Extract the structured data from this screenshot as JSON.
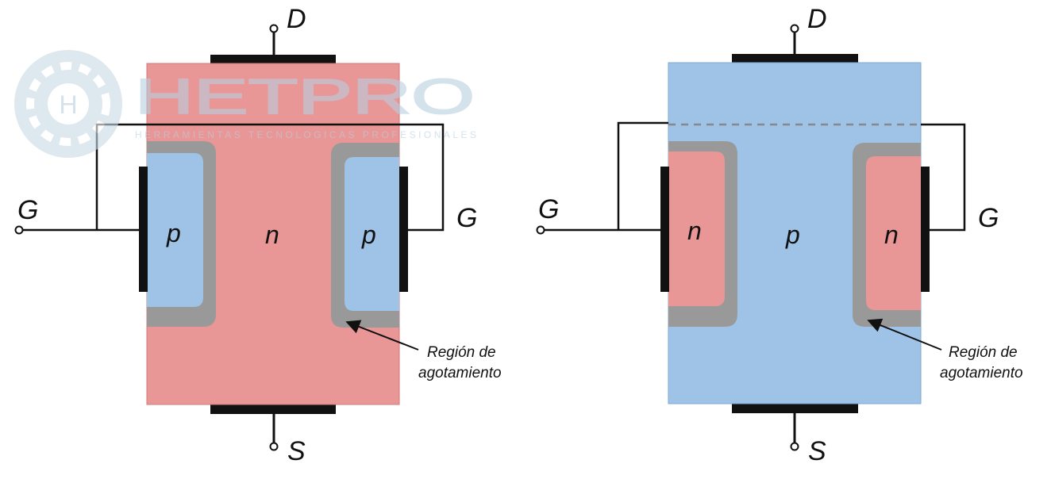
{
  "watermark": {
    "brand": "HETPRO",
    "tagline": "HERRAMIENTAS TECNOLOGICAS PROFESIONALES",
    "logo_letter": "H",
    "logo_icon": "gear-icon"
  },
  "diagrams": [
    {
      "id": "n-channel",
      "channel_color": "#e99696",
      "gate_region_color": "#9fc3e6",
      "depletion_color": "#999999",
      "labels": {
        "drain": "D",
        "source": "S",
        "gate_left": "G",
        "gate_right": "G",
        "channel": "n",
        "gate_region_left": "p",
        "gate_region_right": "p",
        "annotation_line1": "Región de",
        "annotation_line2": "agotamiento"
      }
    },
    {
      "id": "p-channel",
      "channel_color": "#9fc3e6",
      "gate_region_color": "#e99696",
      "depletion_color": "#999999",
      "labels": {
        "drain": "D",
        "source": "S",
        "gate_left": "G",
        "gate_right": "G",
        "channel": "p",
        "gate_region_left": "n",
        "gate_region_right": "n",
        "annotation_line1": "Región de",
        "annotation_line2": "agotamiento"
      }
    }
  ]
}
